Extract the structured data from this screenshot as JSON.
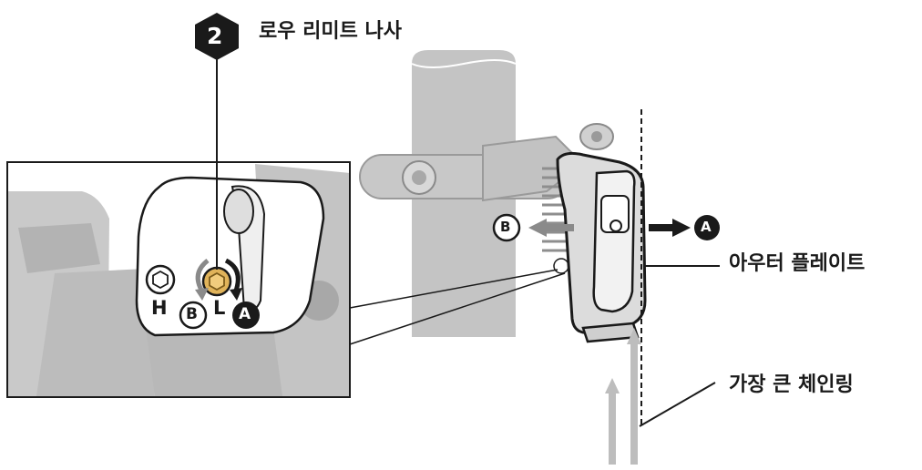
{
  "step": {
    "number": "2",
    "title": "로우 리미트 나사"
  },
  "callouts": {
    "outer_plate": "아우터 플레이트",
    "largest_chainring": "가장 큰 체인링"
  },
  "screw_labels": {
    "high": "H",
    "low": "L"
  },
  "direction_markers": {
    "a": "A",
    "b": "B"
  },
  "colors": {
    "part_gray": "#bdbdbd",
    "part_dark": "#8a8a8a",
    "outline": "#1a1a1a",
    "screw_brass": "#e0b35a"
  }
}
